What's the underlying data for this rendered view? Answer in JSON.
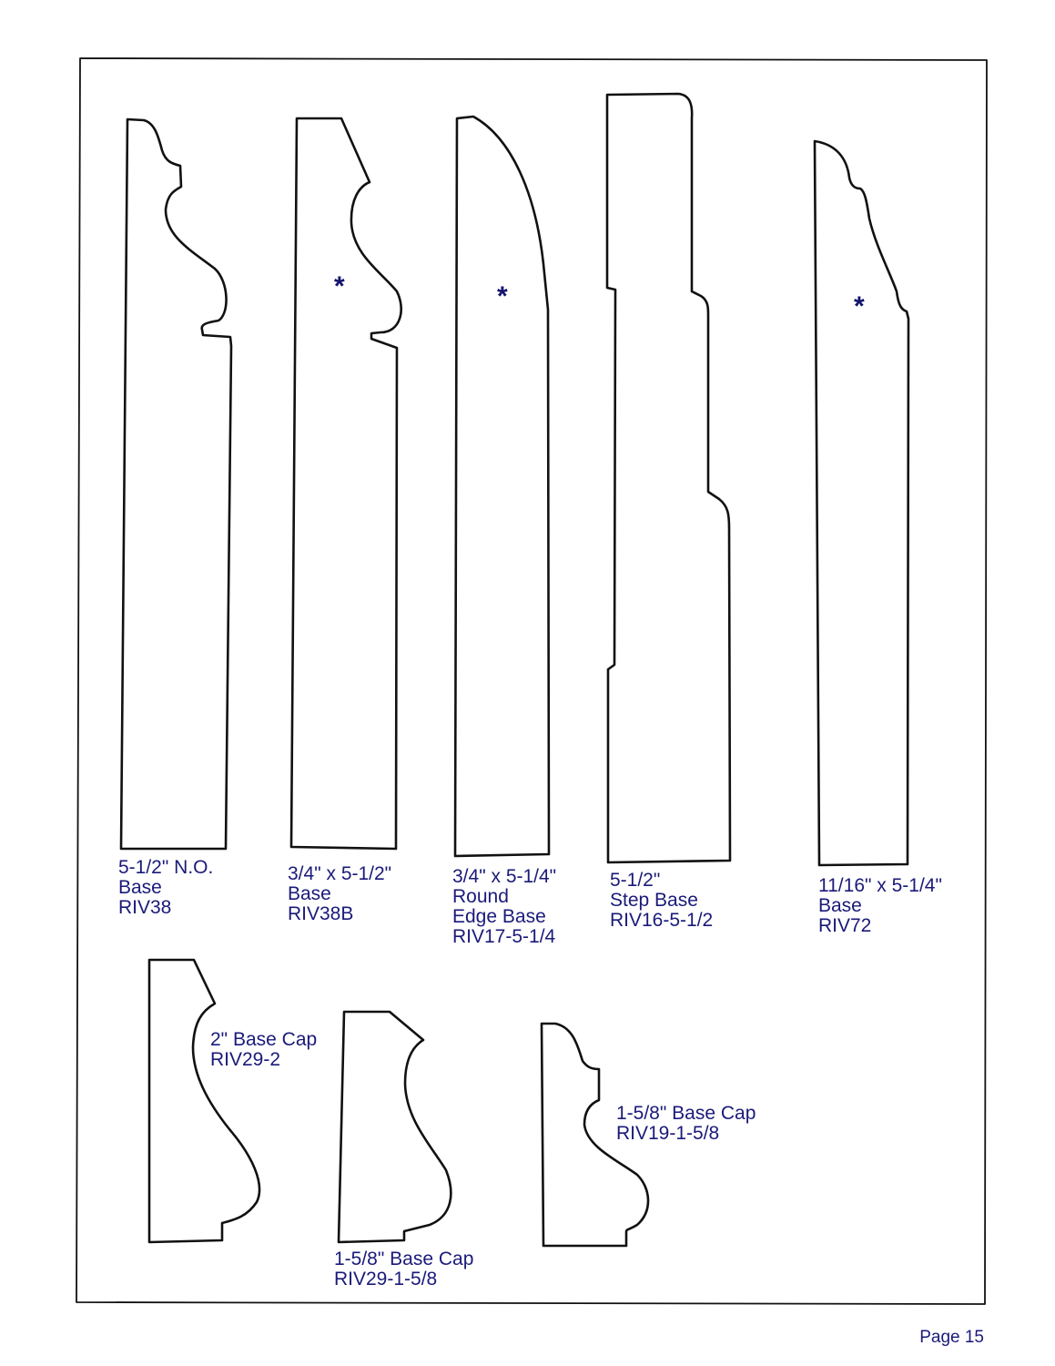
{
  "page": {
    "page_number_label": "Page 15",
    "text_color": "#1a1a7a",
    "line_color": "#111111"
  },
  "profiles": [
    {
      "id": "riv38",
      "lines": [
        "5-1/2\" N.O.",
        "Base",
        "RIV38"
      ],
      "asterisk": false
    },
    {
      "id": "riv38b",
      "lines": [
        "3/4\" x 5-1/2\"",
        "Base",
        "RIV38B"
      ],
      "asterisk": true,
      "asterisk_symbol": "*"
    },
    {
      "id": "riv17",
      "lines": [
        "3/4\" x 5-1/4\"",
        "Round",
        "Edge Base",
        "RIV17-5-1/4"
      ],
      "asterisk": true,
      "asterisk_symbol": "*"
    },
    {
      "id": "riv16",
      "lines": [
        "5-1/2\"",
        "Step Base",
        "RIV16-5-1/2"
      ],
      "asterisk": false
    },
    {
      "id": "riv72",
      "lines": [
        "11/16\" x 5-1/4\"",
        "Base",
        "RIV72"
      ],
      "asterisk": true,
      "asterisk_symbol": "*"
    },
    {
      "id": "riv29-2",
      "lines": [
        "2\" Base Cap",
        "RIV29-2"
      ],
      "asterisk": false
    },
    {
      "id": "riv29-158",
      "lines": [
        "1-5/8\" Base Cap",
        "RIV29-1-5/8"
      ],
      "asterisk": false
    },
    {
      "id": "riv19-158",
      "lines": [
        "1-5/8\" Base Cap",
        "RIV19-1-5/8"
      ],
      "asterisk": false
    }
  ]
}
